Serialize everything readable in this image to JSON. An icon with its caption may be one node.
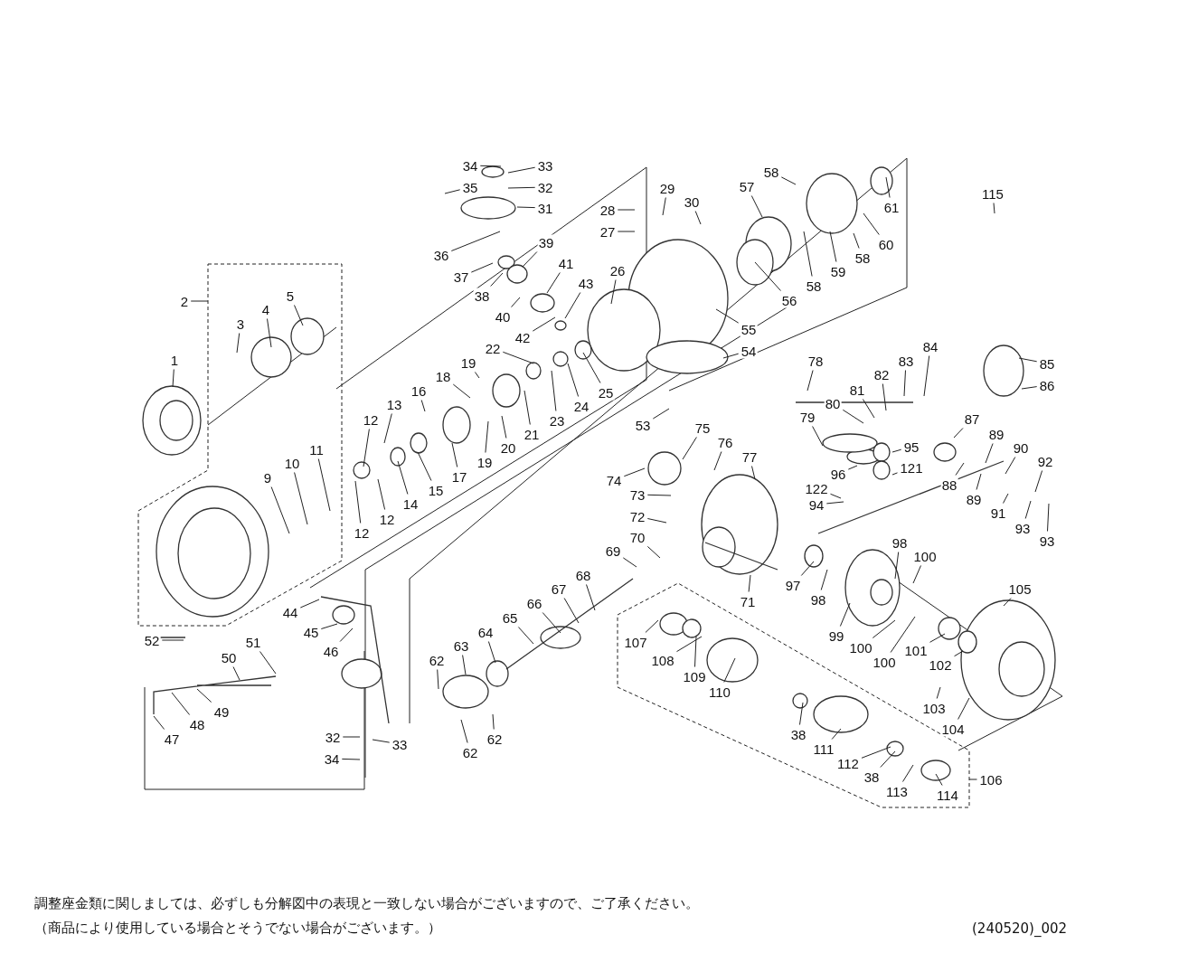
{
  "diagram": {
    "nodes": [
      {
        "text": [
          "34"
        ]
      },
      {
        "text": [
          "33"
        ]
      },
      {
        "text": [
          "35"
        ]
      },
      {
        "text": [
          "32"
        ]
      },
      {
        "text": [
          "31"
        ]
      },
      {
        "text": [
          "28"
        ]
      },
      {
        "text": [
          "27"
        ]
      },
      {
        "text": [
          "29"
        ]
      },
      {
        "text": [
          "30"
        ]
      },
      {
        "text": [
          "36"
        ]
      },
      {
        "text": [
          "37"
        ]
      },
      {
        "text": [
          "38"
        ]
      },
      {
        "text": [
          "39"
        ]
      },
      {
        "text": [
          "40"
        ]
      },
      {
        "text": [
          "41"
        ]
      },
      {
        "text": [
          "42"
        ]
      },
      {
        "text": [
          "43"
        ]
      },
      {
        "text": [
          "26"
        ]
      },
      {
        "text": [
          "57"
        ]
      },
      {
        "text": [
          "58"
        ]
      },
      {
        "text": [
          "61"
        ]
      },
      {
        "text": [
          "60"
        ]
      },
      {
        "text": [
          "59"
        ]
      },
      {
        "text": [
          "58"
        ]
      },
      {
        "text": [
          "58"
        ]
      },
      {
        "text": [
          "56"
        ]
      },
      {
        "text": [
          "55"
        ]
      },
      {
        "text": [
          "54"
        ]
      },
      {
        "text": [
          "53"
        ]
      },
      {
        "text": [
          "115"
        ]
      },
      {
        "text": [
          "2"
        ]
      },
      {
        "text": [
          "3"
        ]
      },
      {
        "text": [
          "4"
        ]
      },
      {
        "text": [
          "5"
        ]
      },
      {
        "text": [
          "1"
        ]
      },
      {
        "text": [
          "19"
        ]
      },
      {
        "text": [
          "22"
        ]
      },
      {
        "text": [
          "18"
        ]
      },
      {
        "text": [
          "16"
        ]
      },
      {
        "text": [
          "13"
        ]
      },
      {
        "text": [
          "12"
        ]
      },
      {
        "text": [
          "9"
        ]
      },
      {
        "text": [
          "10"
        ]
      },
      {
        "text": [
          "11"
        ]
      },
      {
        "text": [
          "12"
        ]
      },
      {
        "text": [
          "12"
        ]
      },
      {
        "text": [
          "14"
        ]
      },
      {
        "text": [
          "15"
        ]
      },
      {
        "text": [
          "17"
        ]
      },
      {
        "text": [
          "19"
        ]
      },
      {
        "text": [
          "20"
        ]
      },
      {
        "text": [
          "21"
        ]
      },
      {
        "text": [
          "23"
        ]
      },
      {
        "text": [
          "24"
        ]
      },
      {
        "text": [
          "25"
        ]
      },
      {
        "text": [
          "52"
        ]
      },
      {
        "text": [
          "50"
        ]
      },
      {
        "text": [
          "51"
        ]
      },
      {
        "text": [
          "49"
        ]
      },
      {
        "text": [
          "48"
        ]
      },
      {
        "text": [
          "47"
        ]
      },
      {
        "text": [
          "44"
        ]
      },
      {
        "text": [
          "45"
        ]
      },
      {
        "text": [
          "46"
        ]
      },
      {
        "text": [
          "32"
        ]
      },
      {
        "text": [
          "33"
        ]
      },
      {
        "text": [
          "34"
        ]
      },
      {
        "text": [
          "78"
        ]
      },
      {
        "text": [
          "80"
        ]
      },
      {
        "text": [
          "81"
        ]
      },
      {
        "text": [
          "82"
        ]
      },
      {
        "text": [
          "83"
        ]
      },
      {
        "text": [
          "84"
        ]
      },
      {
        "text": [
          "85"
        ]
      },
      {
        "text": [
          "86"
        ]
      },
      {
        "text": [
          "75"
        ]
      },
      {
        "text": [
          "76"
        ]
      },
      {
        "text": [
          "77"
        ]
      },
      {
        "text": [
          "74"
        ]
      },
      {
        "text": [
          "73"
        ]
      },
      {
        "text": [
          "72"
        ]
      },
      {
        "text": [
          "70"
        ]
      },
      {
        "text": [
          "69"
        ]
      },
      {
        "text": [
          "79"
        ]
      },
      {
        "text": [
          "95"
        ]
      },
      {
        "text": [
          "96"
        ]
      },
      {
        "text": [
          "121"
        ]
      },
      {
        "text": [
          "122"
        ]
      },
      {
        "text": [
          "94"
        ]
      },
      {
        "text": [
          "87"
        ]
      },
      {
        "text": [
          "89"
        ]
      },
      {
        "text": [
          "90"
        ]
      },
      {
        "text": [
          "92"
        ]
      },
      {
        "text": [
          "88"
        ]
      },
      {
        "text": [
          "89"
        ]
      },
      {
        "text": [
          "91"
        ]
      },
      {
        "text": [
          "93"
        ]
      },
      {
        "text": [
          "93"
        ]
      },
      {
        "text": [
          "98"
        ]
      },
      {
        "text": [
          "100"
        ]
      },
      {
        "text": [
          "97"
        ]
      },
      {
        "text": [
          "98"
        ]
      },
      {
        "text": [
          "99"
        ]
      },
      {
        "text": [
          "71"
        ]
      },
      {
        "text": [
          "68"
        ]
      },
      {
        "text": [
          "67"
        ]
      },
      {
        "text": [
          "66"
        ]
      },
      {
        "text": [
          "65"
        ]
      },
      {
        "text": [
          "64"
        ]
      },
      {
        "text": [
          "63"
        ]
      },
      {
        "text": [
          "62"
        ]
      },
      {
        "text": [
          "62"
        ]
      },
      {
        "text": [
          "62"
        ]
      },
      {
        "text": [
          "105"
        ]
      },
      {
        "text": [
          "100"
        ]
      },
      {
        "text": [
          "100"
        ]
      },
      {
        "text": [
          "101"
        ]
      },
      {
        "text": [
          "102"
        ]
      },
      {
        "text": [
          "103"
        ]
      },
      {
        "text": [
          "104"
        ]
      },
      {
        "text": [
          "107"
        ]
      },
      {
        "text": [
          "108"
        ]
      },
      {
        "text": [
          "109"
        ]
      },
      {
        "text": [
          "110"
        ]
      },
      {
        "text": [
          "38"
        ]
      },
      {
        "text": [
          "111"
        ]
      },
      {
        "text": [
          "112"
        ]
      },
      {
        "text": [
          "38"
        ]
      },
      {
        "text": [
          "113"
        ]
      },
      {
        "text": [
          "114"
        ]
      },
      {
        "text": [
          "106"
        ]
      }
    ],
    "edges": [
      {
        "from": 0,
        "to": null,
        "arrow": "none"
      },
      {
        "from": 1,
        "to": null,
        "arrow": "none"
      },
      {
        "from": 2,
        "to": null,
        "arrow": "none"
      },
      {
        "from": 3,
        "to": null,
        "arrow": "none"
      },
      {
        "from": 4,
        "to": null,
        "arrow": "none"
      },
      {
        "from": 5,
        "to": null,
        "arrow": "none"
      },
      {
        "from": 6,
        "to": null,
        "arrow": "none"
      },
      {
        "from": 7,
        "to": null,
        "arrow": "none"
      },
      {
        "from": 8,
        "to": null,
        "arrow": "none"
      },
      {
        "from": 9,
        "to": null,
        "arrow": "none"
      },
      {
        "from": 10,
        "to": null,
        "arrow": "none"
      },
      {
        "from": 11,
        "to": null,
        "arrow": "none"
      },
      {
        "from": 12,
        "to": null,
        "arrow": "none"
      },
      {
        "from": 13,
        "to": null,
        "arrow": "none"
      },
      {
        "from": 14,
        "to": null,
        "arrow": "none"
      },
      {
        "from": 15,
        "to": null,
        "arrow": "none"
      },
      {
        "from": 16,
        "to": null,
        "arrow": "none"
      },
      {
        "from": 17,
        "to": null,
        "arrow": "none"
      },
      {
        "from": 18,
        "to": null,
        "arrow": "none"
      },
      {
        "from": 19,
        "to": null,
        "arrow": "none"
      },
      {
        "from": 20,
        "to": null,
        "arrow": "none"
      },
      {
        "from": 21,
        "to": null,
        "arrow": "none"
      },
      {
        "from": 22,
        "to": null,
        "arrow": "none"
      },
      {
        "from": 23,
        "to": null,
        "arrow": "none"
      },
      {
        "from": 24,
        "to": null,
        "arrow": "none"
      },
      {
        "from": 25,
        "to": null,
        "arrow": "none"
      },
      {
        "from": 26,
        "to": null,
        "arrow": "none"
      },
      {
        "from": 27,
        "to": null,
        "arrow": "none"
      },
      {
        "from": 28,
        "to": null,
        "arrow": "none"
      },
      {
        "from": 29,
        "to": null,
        "arrow": "none"
      },
      {
        "from": 30,
        "to": null,
        "arrow": "none"
      },
      {
        "from": 31,
        "to": null,
        "arrow": "none"
      },
      {
        "from": 32,
        "to": null,
        "arrow": "none"
      },
      {
        "from": 33,
        "to": null,
        "arrow": "none"
      },
      {
        "from": 34,
        "to": null,
        "arrow": "none"
      },
      {
        "from": 35,
        "to": null,
        "arrow": "none"
      },
      {
        "from": 36,
        "to": null,
        "arrow": "none"
      },
      {
        "from": 37,
        "to": null,
        "arrow": "none"
      },
      {
        "from": 38,
        "to": null,
        "arrow": "none"
      },
      {
        "from": 39,
        "to": null,
        "arrow": "none"
      },
      {
        "from": 40,
        "to": null,
        "arrow": "none"
      },
      {
        "from": 41,
        "to": null,
        "arrow": "none"
      },
      {
        "from": 42,
        "to": null,
        "arrow": "none"
      },
      {
        "from": 43,
        "to": null,
        "arrow": "none"
      },
      {
        "from": 44,
        "to": null,
        "arrow": "none"
      },
      {
        "from": 45,
        "to": null,
        "arrow": "none"
      },
      {
        "from": 46,
        "to": null,
        "arrow": "none"
      },
      {
        "from": 47,
        "to": null,
        "arrow": "none"
      },
      {
        "from": 48,
        "to": null,
        "arrow": "none"
      },
      {
        "from": 49,
        "to": null,
        "arrow": "none"
      },
      {
        "from": 50,
        "to": null,
        "arrow": "none"
      },
      {
        "from": 51,
        "to": null,
        "arrow": "none"
      },
      {
        "from": 52,
        "to": null,
        "arrow": "none"
      },
      {
        "from": 53,
        "to": null,
        "arrow": "none"
      },
      {
        "from": 54,
        "to": null,
        "arrow": "none"
      },
      {
        "from": 55,
        "to": null,
        "arrow": "none"
      },
      {
        "from": 56,
        "to": null,
        "arrow": "none"
      },
      {
        "from": 57,
        "to": null,
        "arrow": "none"
      },
      {
        "from": 58,
        "to": null,
        "arrow": "none"
      },
      {
        "from": 59,
        "to": null,
        "arrow": "none"
      },
      {
        "from": 60,
        "to": null,
        "arrow": "none"
      },
      {
        "from": 61,
        "to": null,
        "arrow": "none"
      },
      {
        "from": 62,
        "to": null,
        "arrow": "none"
      },
      {
        "from": 63,
        "to": null,
        "arrow": "none"
      },
      {
        "from": 64,
        "to": null,
        "arrow": "none"
      },
      {
        "from": 65,
        "to": null,
        "arrow": "none"
      },
      {
        "from": 66,
        "to": null,
        "arrow": "none"
      },
      {
        "from": 67,
        "to": null,
        "arrow": "none"
      },
      {
        "from": 68,
        "to": null,
        "arrow": "none"
      },
      {
        "from": 69,
        "to": null,
        "arrow": "none"
      },
      {
        "from": 70,
        "to": null,
        "arrow": "none"
      },
      {
        "from": 71,
        "to": null,
        "arrow": "none"
      },
      {
        "from": 72,
        "to": null,
        "arrow": "none"
      },
      {
        "from": 73,
        "to": null,
        "arrow": "none"
      },
      {
        "from": 74,
        "to": null,
        "arrow": "none"
      },
      {
        "from": 75,
        "to": null,
        "arrow": "none"
      },
      {
        "from": 76,
        "to": null,
        "arrow": "none"
      },
      {
        "from": 77,
        "to": null,
        "arrow": "none"
      },
      {
        "from": 78,
        "to": null,
        "arrow": "none"
      },
      {
        "from": 79,
        "to": null,
        "arrow": "none"
      },
      {
        "from": 80,
        "to": null,
        "arrow": "none"
      },
      {
        "from": 81,
        "to": null,
        "arrow": "none"
      },
      {
        "from": 82,
        "to": null,
        "arrow": "none"
      },
      {
        "from": 83,
        "to": null,
        "arrow": "none"
      },
      {
        "from": 84,
        "to": null,
        "arrow": "none"
      },
      {
        "from": 85,
        "to": null,
        "arrow": "none"
      },
      {
        "from": 86,
        "to": null,
        "arrow": "none"
      },
      {
        "from": 87,
        "to": null,
        "arrow": "none"
      },
      {
        "from": 88,
        "to": null,
        "arrow": "none"
      },
      {
        "from": 89,
        "to": null,
        "arrow": "none"
      },
      {
        "from": 90,
        "to": null,
        "arrow": "none"
      },
      {
        "from": 91,
        "to": null,
        "arrow": "none"
      },
      {
        "from": 92,
        "to": null,
        "arrow": "none"
      },
      {
        "from": 93,
        "to": null,
        "arrow": "none"
      },
      {
        "from": 94,
        "to": null,
        "arrow": "none"
      },
      {
        "from": 95,
        "to": null,
        "arrow": "none"
      },
      {
        "from": 96,
        "to": null,
        "arrow": "none"
      },
      {
        "from": 97,
        "to": null,
        "arrow": "none"
      },
      {
        "from": 98,
        "to": null,
        "arrow": "none"
      },
      {
        "from": 99,
        "to": null,
        "arrow": "none"
      },
      {
        "from": 100,
        "to": null,
        "arrow": "none"
      },
      {
        "from": 101,
        "to": null,
        "arrow": "none"
      },
      {
        "from": 102,
        "to": null,
        "arrow": "none"
      },
      {
        "from": 103,
        "to": null,
        "arrow": "none"
      },
      {
        "from": 104,
        "to": null,
        "arrow": "none"
      },
      {
        "from": 105,
        "to": null,
        "arrow": "none"
      },
      {
        "from": 106,
        "to": null,
        "arrow": "none"
      },
      {
        "from": 107,
        "to": null,
        "arrow": "none"
      },
      {
        "from": 108,
        "to": null,
        "arrow": "none"
      },
      {
        "from": 109,
        "to": null,
        "arrow": "none"
      },
      {
        "from": 110,
        "to": null,
        "arrow": "none"
      },
      {
        "from": 111,
        "to": null,
        "arrow": "none"
      },
      {
        "from": 112,
        "to": null,
        "arrow": "none"
      },
      {
        "from": 113,
        "to": null,
        "arrow": "none"
      },
      {
        "from": 114,
        "to": null,
        "arrow": "none"
      },
      {
        "from": 115,
        "to": null,
        "arrow": "none"
      },
      {
        "from": 116,
        "to": null,
        "arrow": "none"
      },
      {
        "from": 117,
        "to": null,
        "arrow": "none"
      },
      {
        "from": 118,
        "to": null,
        "arrow": "none"
      },
      {
        "from": 119,
        "to": null,
        "arrow": "none"
      },
      {
        "from": 120,
        "to": null,
        "arrow": "none"
      },
      {
        "from": 121,
        "to": null,
        "arrow": "none"
      },
      {
        "from": 122,
        "to": null,
        "arrow": "none"
      },
      {
        "from": 123,
        "to": null,
        "arrow": "none"
      },
      {
        "from": 124,
        "to": null,
        "arrow": "none"
      },
      {
        "from": 125,
        "to": null,
        "arrow": "none"
      },
      {
        "from": 126,
        "to": null,
        "arrow": "none"
      },
      {
        "from": 127,
        "to": null,
        "arrow": "none"
      },
      {
        "from": 128,
        "to": null,
        "arrow": "none"
      },
      {
        "from": 129,
        "to": null,
        "arrow": "none"
      },
      {
        "from": 130,
        "to": null,
        "arrow": "none"
      }
    ],
    "labels": [
      "調整座金類に関しましては、必ずしも分解図中の表現と一致しない場合がございますので、ご了承ください。",
      "（商品により使用している場合とそうでない場合がございます。）",
      "(240520)_002"
    ]
  }
}
